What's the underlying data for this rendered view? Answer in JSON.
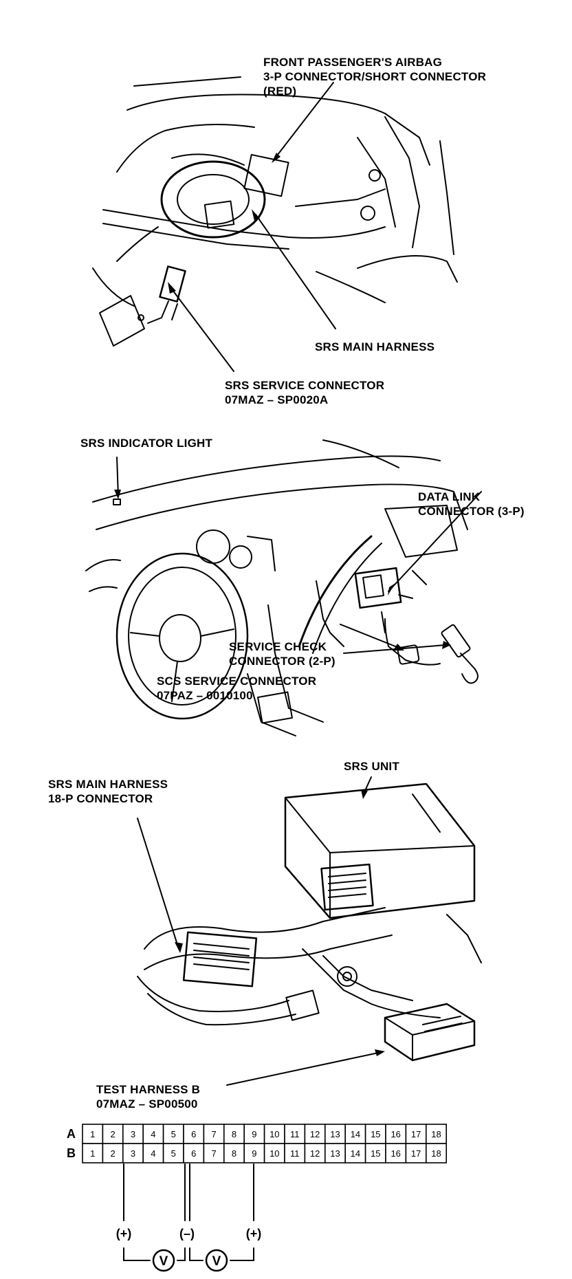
{
  "panel1": {
    "passenger_airbag_connector": [
      "FRONT PASSENGER'S AIRBAG",
      "3-P CONNECTOR/SHORT CONNECTOR",
      "(RED)"
    ],
    "srs_main_harness": "SRS MAIN HARNESS",
    "srs_service_connector": [
      "SRS SERVICE CONNECTOR",
      "07MAZ – SP0020A"
    ]
  },
  "panel2": {
    "srs_indicator_light": "SRS INDICATOR LIGHT",
    "data_link_connector": [
      "DATA LINK",
      "CONNECTOR (3-P)"
    ],
    "service_check_connector": [
      "SERVICE CHECK",
      "CONNECTOR (2-P)"
    ],
    "scs_service_connector": [
      "SCS SERVICE CONNECTOR",
      "07PAZ – 0010100"
    ]
  },
  "panel3": {
    "srs_main_harness_18p": [
      "SRS MAIN HARNESS",
      "18-P CONNECTOR"
    ],
    "srs_unit": "SRS UNIT",
    "test_harness_b": [
      "TEST HARNESS B",
      "07MAZ – SP00500"
    ]
  },
  "terminal_table": {
    "rows": [
      {
        "label": "A",
        "cells": [
          "1",
          "2",
          "3",
          "4",
          "5",
          "6",
          "7",
          "8",
          "9",
          "10",
          "11",
          "12",
          "13",
          "14",
          "15",
          "16",
          "17",
          "18"
        ]
      },
      {
        "label": "B",
        "cells": [
          "1",
          "2",
          "3",
          "4",
          "5",
          "6",
          "7",
          "8",
          "9",
          "10",
          "11",
          "12",
          "13",
          "14",
          "15",
          "16",
          "17",
          "18"
        ]
      }
    ],
    "polarity": [
      "(+)",
      "(–)",
      "(+)"
    ],
    "meter_symbol": "V"
  }
}
